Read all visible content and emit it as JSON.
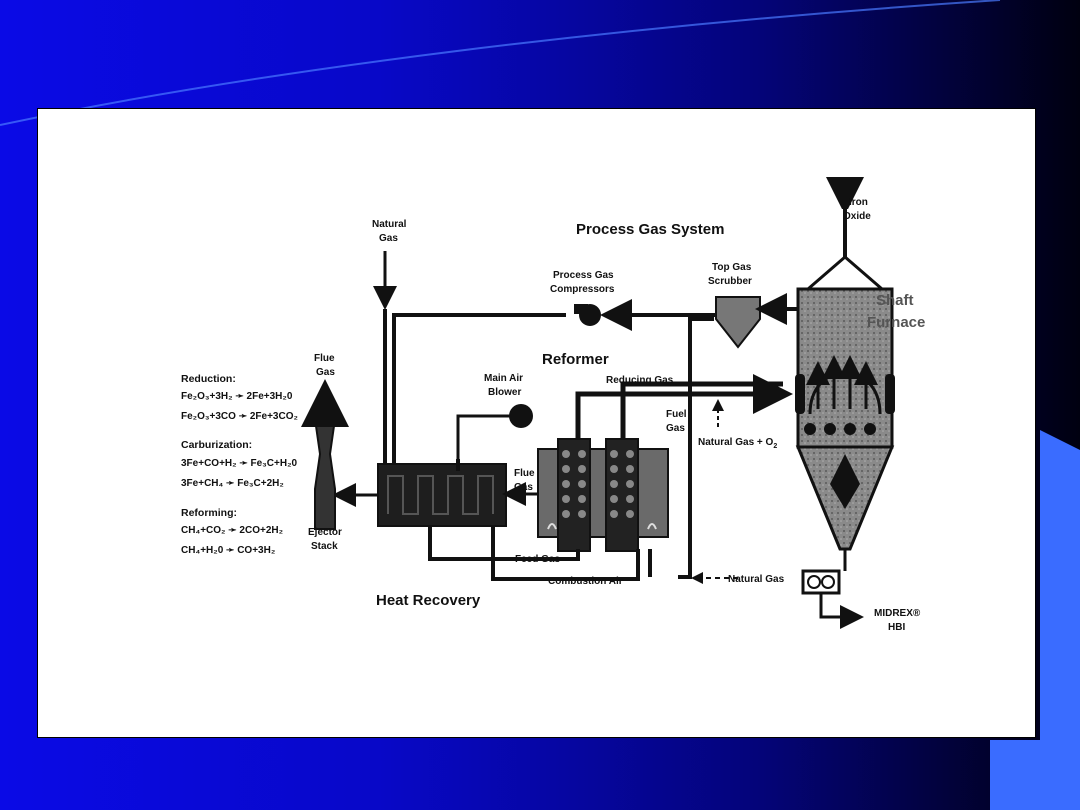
{
  "colors": {
    "background_left": "#0a0ae6",
    "background_right": "#000010",
    "accent": "#3a6cff",
    "panel": "#ffffff"
  },
  "diagram": {
    "title_process_gas": "Process Gas System",
    "title_reformer": "Reformer",
    "title_heat_recovery": "Heat Recovery",
    "shaft_furnace": [
      "Shaft",
      "Furnace"
    ],
    "iron_oxide": [
      "Iron",
      "Oxide"
    ],
    "natural_gas_top": [
      "Natural",
      "Gas"
    ],
    "process_gas_compressors": [
      "Process Gas",
      "Compressors"
    ],
    "top_gas_scrubber": [
      "Top Gas",
      "Scrubber"
    ],
    "main_air_blower": [
      "Main Air",
      "Blower"
    ],
    "reducing_gas": "Reducing Gas",
    "fuel_gas": [
      "Fuel",
      "Gas"
    ],
    "natural_gas_o2": "Natural Gas + O",
    "o2_subscript": "2",
    "flue_gas_stack": [
      "Flue",
      "Gas"
    ],
    "flue_gas_reformer": [
      "Flue",
      "Gas"
    ],
    "ejector_stack": [
      "Ejector",
      "Stack"
    ],
    "feed_gas": "Feed Gas",
    "combustion_air": "Combustion Air",
    "natural_gas_bottom": "Natural Gas",
    "midrex_hbi": [
      "MIDREX®",
      "HBI"
    ],
    "reactions": {
      "reduction_title": "Reduction:",
      "reduction_1": "Fe₂O₃+3H₂ ➛ 2Fe+3H₂0",
      "reduction_2": "Fe₂O₃+3CO ➛ 2Fe+3CO₂",
      "carburization_title": "Carburization:",
      "carburization_1": "3Fe+CO+H₂ ➛ Fe₃C+H₂0",
      "carburization_2": "3Fe+CH₄ ➛ Fe₃C+2H₂",
      "reforming_title": "Reforming:",
      "reforming_1": "CH₄+CO₂ ➛ 2CO+2H₂",
      "reforming_2": "CH₄+H₂0 ➛ CO+3H₂"
    }
  }
}
